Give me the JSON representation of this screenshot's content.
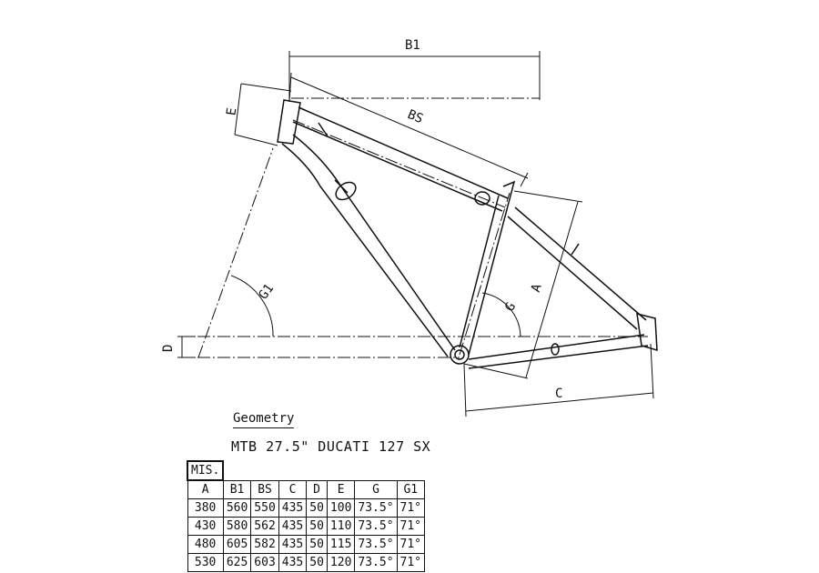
{
  "drawing": {
    "labels": {
      "B1": "B1",
      "BS": "BS",
      "E": "E",
      "A": "A",
      "C": "C",
      "D": "D",
      "G": "G",
      "G1": "G1"
    }
  },
  "geometry": {
    "title": "Geometry",
    "model": "MTB 27.5\" DUCATI 127 SX",
    "size_header": "MIS.",
    "columns": [
      "A",
      "B1",
      "BS",
      "C",
      "D",
      "E",
      "G",
      "G1"
    ],
    "rows": [
      [
        "380",
        "560",
        "550",
        "435",
        "50",
        "100",
        "73.5°",
        "71°"
      ],
      [
        "430",
        "580",
        "562",
        "435",
        "50",
        "110",
        "73.5°",
        "71°"
      ],
      [
        "480",
        "605",
        "582",
        "435",
        "50",
        "115",
        "73.5°",
        "71°"
      ],
      [
        "530",
        "625",
        "603",
        "435",
        "50",
        "120",
        "73.5°",
        "71°"
      ]
    ]
  }
}
